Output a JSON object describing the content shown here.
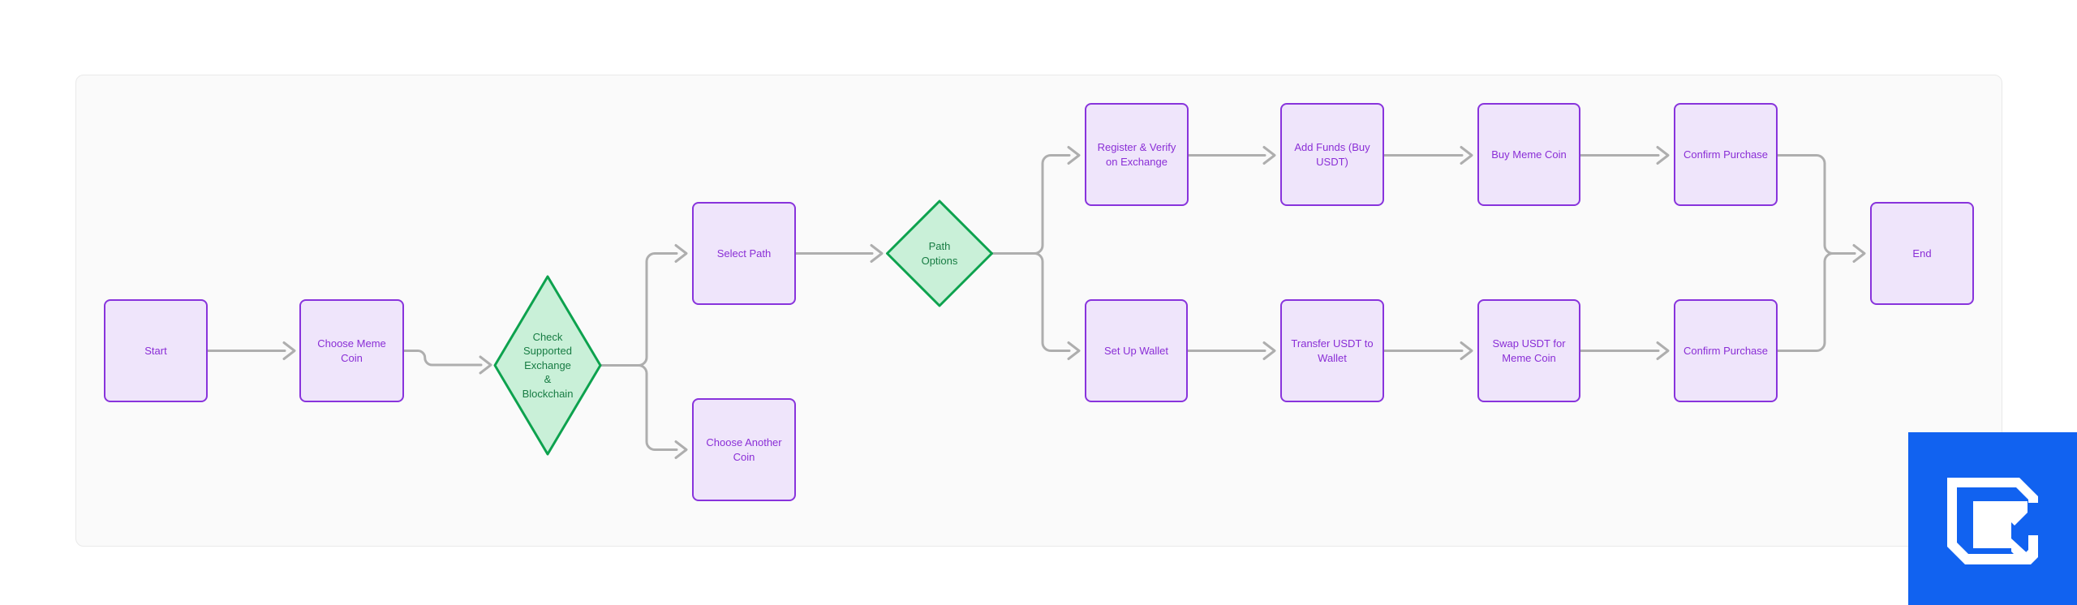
{
  "palette": {
    "canvas_bg": "#fafafa",
    "canvas_border": "#e9e9e9",
    "page_bg": "#ffffff",
    "node_fill": "#efe5fb",
    "node_border": "#8833dc",
    "node_text": "#8a2ed6",
    "decision_fill": "#c9f0d8",
    "decision_border": "#0da24e",
    "decision_text": "#177c43",
    "edge_color": "#aeaeae",
    "watermark_blue": "#1162f0",
    "watermark_glyph": "#ffffff"
  },
  "nodes": {
    "start": {
      "label": "Start",
      "type": "process"
    },
    "choose_meme_coin": {
      "label": "Choose Meme Coin",
      "type": "process"
    },
    "check_supported_exchange": {
      "label": "Check Supported Exchange & Blockchain",
      "type": "decision"
    },
    "select_path": {
      "label": "Select Path",
      "type": "process"
    },
    "choose_another_coin": {
      "label": "Choose Another Coin",
      "type": "process"
    },
    "path_options": {
      "label": "Path Options",
      "type": "decision"
    },
    "register_verify_exchange": {
      "label": "Register & Verify on Exchange",
      "type": "process"
    },
    "add_funds_buy_usdt": {
      "label": "Add Funds (Buy USDT)",
      "type": "process"
    },
    "buy_meme_coin": {
      "label": "Buy Meme Coin",
      "type": "process"
    },
    "confirm_purchase_exchange": {
      "label": "Confirm Purchase",
      "type": "process"
    },
    "set_up_wallet": {
      "label": "Set Up Wallet",
      "type": "process"
    },
    "transfer_usdt_to_wallet": {
      "label": "Transfer USDT to Wallet",
      "type": "process"
    },
    "swap_usdt_for_meme_coin": {
      "label": "Swap USDT for Meme Coin",
      "type": "process"
    },
    "confirm_purchase_wallet": {
      "label": "Confirm Purchase",
      "type": "process"
    },
    "end": {
      "label": "End",
      "type": "process"
    }
  },
  "watermark": {
    "icon_name": "overlapping-squares-logo"
  }
}
